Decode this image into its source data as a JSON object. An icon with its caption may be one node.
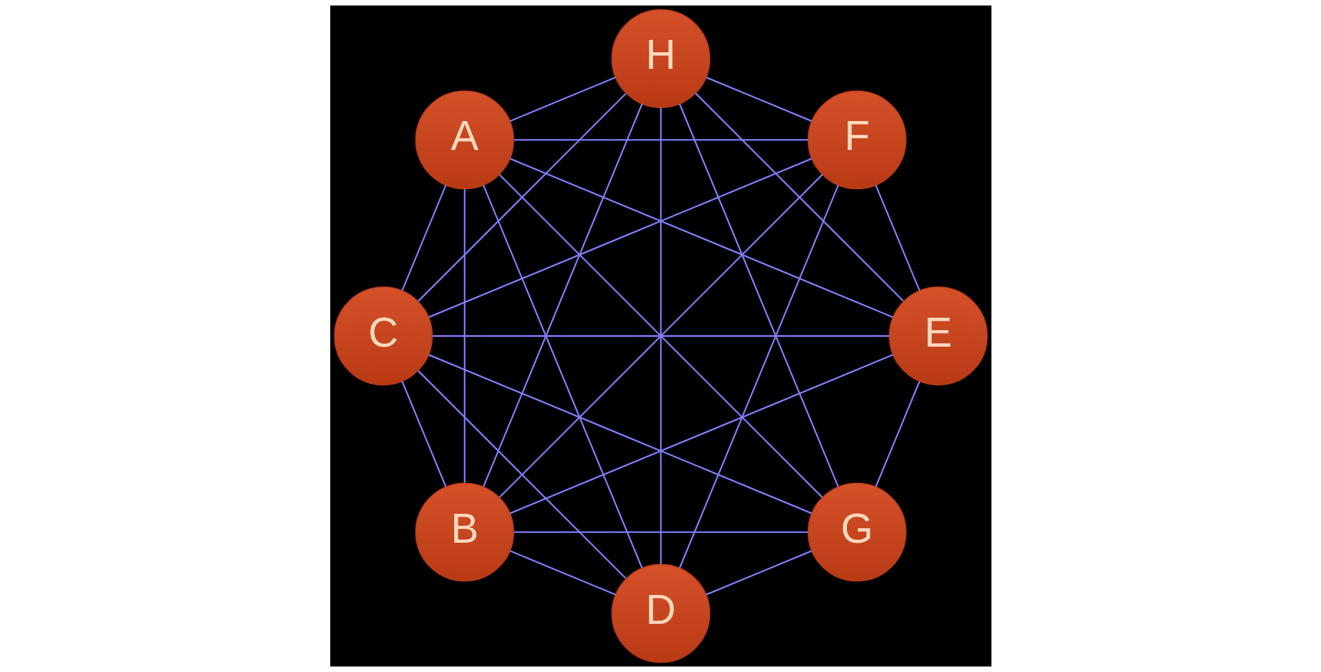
{
  "diagram": {
    "nodes": [
      {
        "text": [
          "A"
        ]
      },
      {
        "text": [
          "B"
        ]
      },
      {
        "text": [
          "C"
        ]
      },
      {
        "text": [
          "D"
        ]
      },
      {
        "text": [
          "E"
        ]
      },
      {
        "text": [
          "F"
        ]
      },
      {
        "text": [
          "G"
        ]
      },
      {
        "text": [
          "H"
        ]
      }
    ],
    "edges": [
      {
        "from": 1,
        "to": 3,
        "arrow": "none"
      },
      {
        "from": 1,
        "to": 2,
        "arrow": "none"
      },
      {
        "from": 1,
        "to": 0,
        "arrow": "none"
      },
      {
        "from": 1,
        "to": 6,
        "arrow": "none"
      },
      {
        "from": 1,
        "to": 4,
        "arrow": "none"
      },
      {
        "from": 1,
        "to": 7,
        "arrow": "none"
      },
      {
        "from": 1,
        "to": 5,
        "arrow": "none"
      },
      {
        "from": 2,
        "to": 3,
        "arrow": "none"
      },
      {
        "from": 2,
        "to": 0,
        "arrow": "none"
      },
      {
        "from": 2,
        "to": 6,
        "arrow": "none"
      },
      {
        "from": 2,
        "to": 7,
        "arrow": "none"
      },
      {
        "from": 2,
        "to": 4,
        "arrow": "none"
      },
      {
        "from": 2,
        "to": 5,
        "arrow": "none"
      },
      {
        "from": 3,
        "to": 0,
        "arrow": "none"
      },
      {
        "from": 3,
        "to": 7,
        "arrow": "none"
      },
      {
        "from": 3,
        "to": 6,
        "arrow": "none"
      },
      {
        "from": 3,
        "to": 5,
        "arrow": "none"
      },
      {
        "from": 0,
        "to": 7,
        "arrow": "none"
      },
      {
        "from": 0,
        "to": 6,
        "arrow": "none"
      },
      {
        "from": 0,
        "to": 4,
        "arrow": "none"
      },
      {
        "from": 0,
        "to": 5,
        "arrow": "none"
      },
      {
        "from": 7,
        "to": 6,
        "arrow": "none"
      },
      {
        "from": 7,
        "to": 4,
        "arrow": "none"
      },
      {
        "from": 7,
        "to": 5,
        "arrow": "none"
      },
      {
        "from": 6,
        "to": 4,
        "arrow": "none"
      },
      {
        "from": 4,
        "to": 5,
        "arrow": "none"
      }
    ]
  }
}
